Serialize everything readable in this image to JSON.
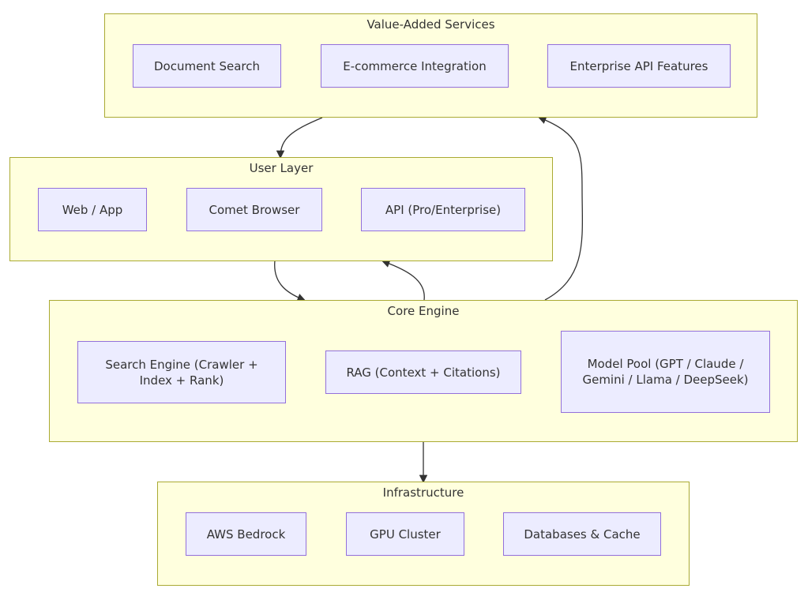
{
  "clusters": {
    "value_added": {
      "title": "Value-Added Services",
      "nodes": [
        "Document Search",
        "E-commerce Integration",
        "Enterprise API Features"
      ]
    },
    "user_layer": {
      "title": "User Layer",
      "nodes": [
        "Web / App",
        "Comet Browser",
        "API (Pro/Enterprise)"
      ]
    },
    "core_engine": {
      "title": "Core Engine",
      "nodes": [
        "Search Engine (Crawler + Index + Rank)",
        "RAG (Context + Citations)",
        "Model Pool (GPT / Claude / Gemini / Llama / DeepSeek)"
      ]
    },
    "infrastructure": {
      "title": "Infrastructure",
      "nodes": [
        "AWS Bedrock",
        "GPU Cluster",
        "Databases & Cache"
      ]
    }
  },
  "edges": [
    {
      "from": "Value-Added Services",
      "to": "User Layer"
    },
    {
      "from": "User Layer",
      "to": "Core Engine"
    },
    {
      "from": "Core Engine",
      "to": "User Layer"
    },
    {
      "from": "Core Engine",
      "to": "Value-Added Services"
    },
    {
      "from": "Core Engine",
      "to": "Infrastructure"
    }
  ],
  "colors": {
    "cluster_fill": "#ffffde",
    "cluster_stroke": "#aaaa33",
    "node_fill": "#ececff",
    "node_stroke": "#9370db",
    "edge": "#333333",
    "text": "#333333"
  }
}
